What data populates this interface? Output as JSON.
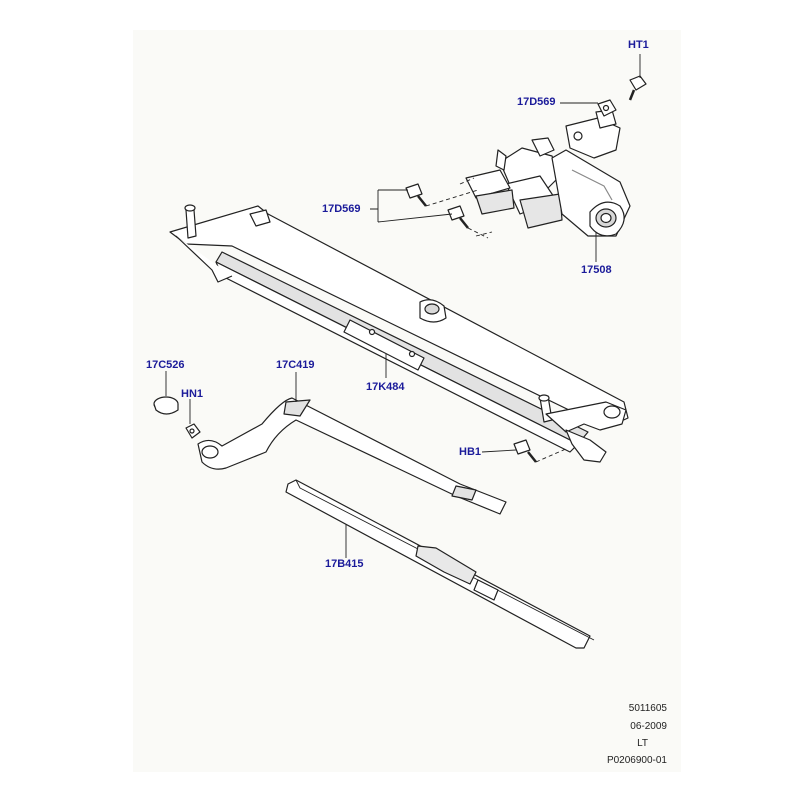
{
  "callouts": {
    "ht1": "HT1",
    "d569_top": "17D569",
    "d569_left": "17D569",
    "motor": "17508",
    "c526": "17C526",
    "hn1": "HN1",
    "c419": "17C419",
    "k484": "17K484",
    "hb1": "HB1",
    "b415": "17B415"
  },
  "footer": {
    "number": "5011605",
    "date": "06-2009",
    "code": "LT",
    "ref": "P0206900-01"
  },
  "colors": {
    "callout": "#1b1b9a",
    "line": "#222222",
    "part_fill": "#ffffff",
    "shade": "#d8d8d8"
  }
}
